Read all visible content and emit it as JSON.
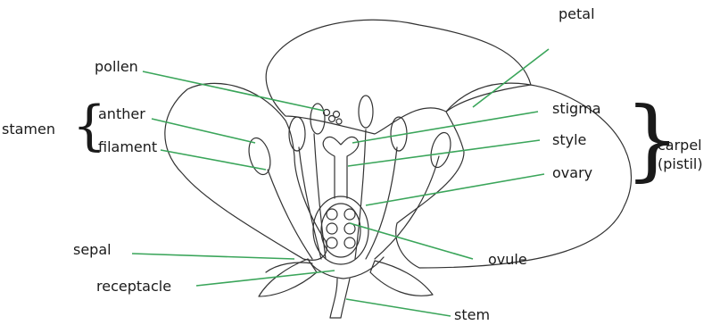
{
  "labels": {
    "petal": "petal",
    "pollen": "pollen",
    "anther": "anther",
    "filament": "filament",
    "stigma": "stigma",
    "style": "style",
    "ovary": "ovary",
    "ovule": "ovule",
    "sepal": "sepal",
    "receptacle": "receptacle",
    "stem": "stem"
  },
  "groups": {
    "stamen": "stamen",
    "carpel": "carpel",
    "pistil": "(pistil)"
  },
  "colors": {
    "leader_line": "#3aa55a",
    "outline": "#333333"
  }
}
